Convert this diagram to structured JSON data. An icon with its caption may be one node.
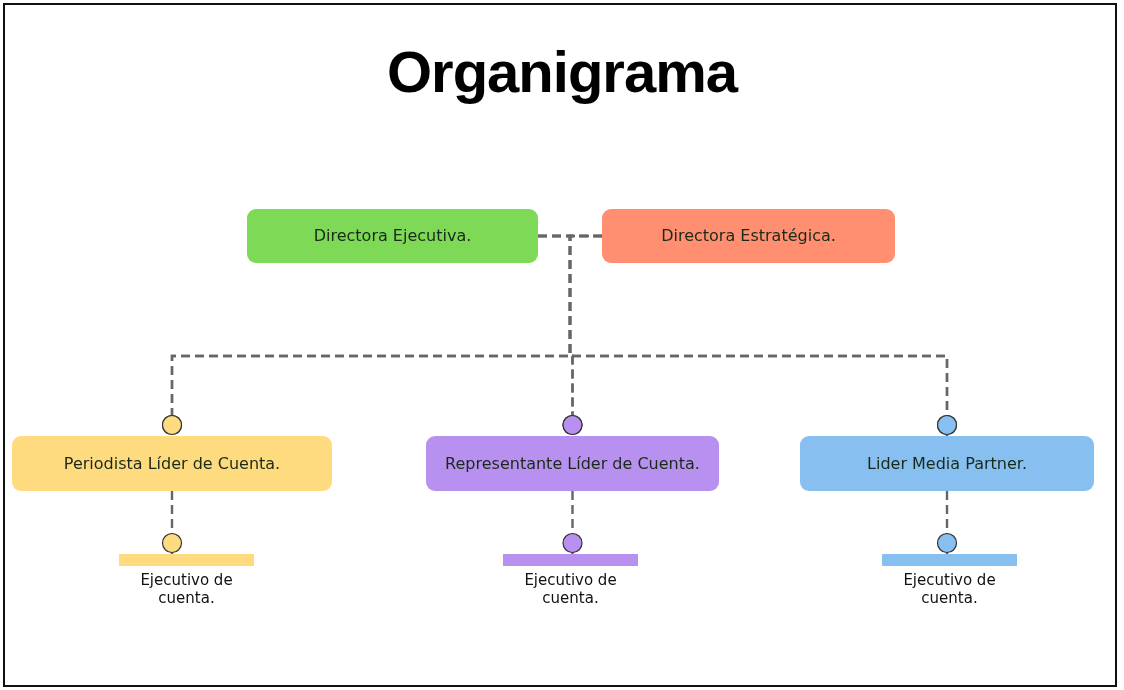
{
  "diagram": {
    "title": "Organigrama",
    "nodes": [
      {
        "text": [
          "Directora Ejecutiva."
        ]
      },
      {
        "text": [
          "Directora Estratégica."
        ]
      },
      {
        "text": [
          "Periodista Líder de Cuenta."
        ]
      },
      {
        "text": [
          "Representante Líder de Cuenta."
        ]
      },
      {
        "text": [
          "Lider Media Partner."
        ]
      },
      {
        "text": [
          "Ejecutivo de cuenta."
        ]
      },
      {
        "text": [
          "Ejecutivo de cuenta."
        ]
      },
      {
        "text": [
          "Ejecutivo de cuenta."
        ]
      }
    ],
    "edges": [
      {
        "from": 0,
        "to": 1,
        "arrow": "none",
        "style": "dashed"
      },
      {
        "from": 0,
        "to": 2,
        "arrow": "other",
        "style": "dashed"
      },
      {
        "from": 0,
        "to": 3,
        "arrow": "other",
        "style": "dashed"
      },
      {
        "from": 0,
        "to": 4,
        "arrow": "other",
        "style": "dashed"
      },
      {
        "from": 1,
        "to": 2,
        "arrow": "other",
        "style": "dashed"
      },
      {
        "from": 1,
        "to": 3,
        "arrow": "other",
        "style": "dashed"
      },
      {
        "from": 1,
        "to": 4,
        "arrow": "other",
        "style": "dashed"
      },
      {
        "from": 2,
        "to": 5,
        "arrow": "other",
        "style": "dashed"
      },
      {
        "from": 3,
        "to": 6,
        "arrow": "other",
        "style": "dashed"
      },
      {
        "from": 4,
        "to": 7,
        "arrow": "other",
        "style": "dashed"
      }
    ]
  }
}
